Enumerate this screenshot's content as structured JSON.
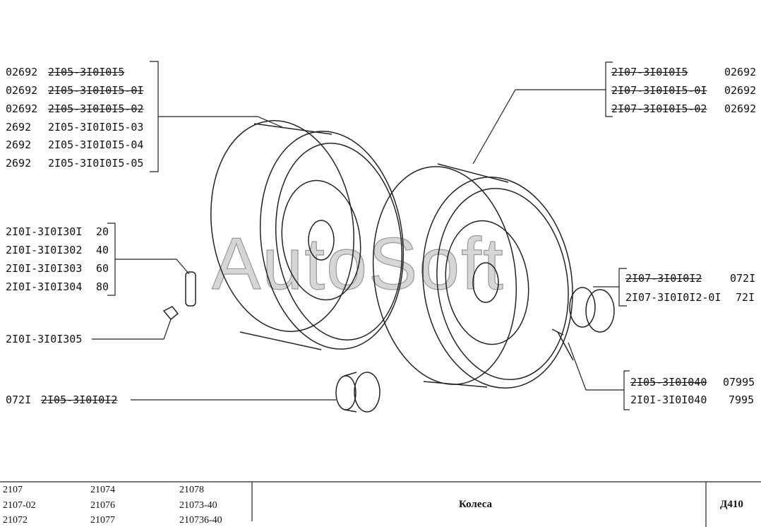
{
  "watermark": "AutoSoft",
  "callouts": {
    "rim_left": [
      {
        "qty": "02692",
        "part": "2I05-3I0I0I5",
        "struck": true
      },
      {
        "qty": "02692",
        "part": "2I05-3I0I0I5-0I",
        "struck": true
      },
      {
        "qty": "02692",
        "part": "2I05-3I0I0I5-02",
        "struck": true
      },
      {
        "qty": "2692",
        "part": "2I05-3I0I0I5-03",
        "struck": false
      },
      {
        "qty": "2692",
        "part": "2I05-3I0I0I5-04",
        "struck": false
      },
      {
        "qty": "2692",
        "part": "2I05-3I0I0I5-05",
        "struck": false
      }
    ],
    "rim_right": [
      {
        "part": "2I07-3I0I0I5",
        "qty": "02692",
        "struck": true
      },
      {
        "part": "2I07-3I0I0I5-0I",
        "qty": "02692",
        "struck": true
      },
      {
        "part": "2I07-3I0I0I5-02",
        "qty": "02692",
        "struck": true
      }
    ],
    "weights": [
      {
        "part": "2I0I-3I0I30I",
        "qty": "20"
      },
      {
        "part": "2I0I-3I0I302",
        "qty": "40"
      },
      {
        "part": "2I0I-3I0I303",
        "qty": "60"
      },
      {
        "part": "2I0I-3I0I304",
        "qty": "80"
      }
    ],
    "clip": {
      "part": "2I0I-3I0I305"
    },
    "cap_left": {
      "qty": "072I",
      "part": "2I05-3I0I0I2"
    },
    "cap_right": [
      {
        "part": "2I07-3I0I0I2",
        "qty": "072I",
        "struck": true
      },
      {
        "part": "2I07-3I0I0I2-0I",
        "qty": "72I",
        "struck": false
      }
    ],
    "bolt": [
      {
        "part": "2I05-3I0I040",
        "qty": "07995",
        "struck": true
      },
      {
        "part": "2I0I-3I0I040",
        "qty": "7995",
        "struck": false
      }
    ]
  },
  "footer": {
    "models": [
      [
        "2107",
        "21074",
        "21078"
      ],
      [
        "2107-02",
        "21076",
        "21073-40"
      ],
      [
        "21072",
        "21077",
        "210736-40"
      ]
    ],
    "title": "Колеса",
    "code": "Д410"
  }
}
